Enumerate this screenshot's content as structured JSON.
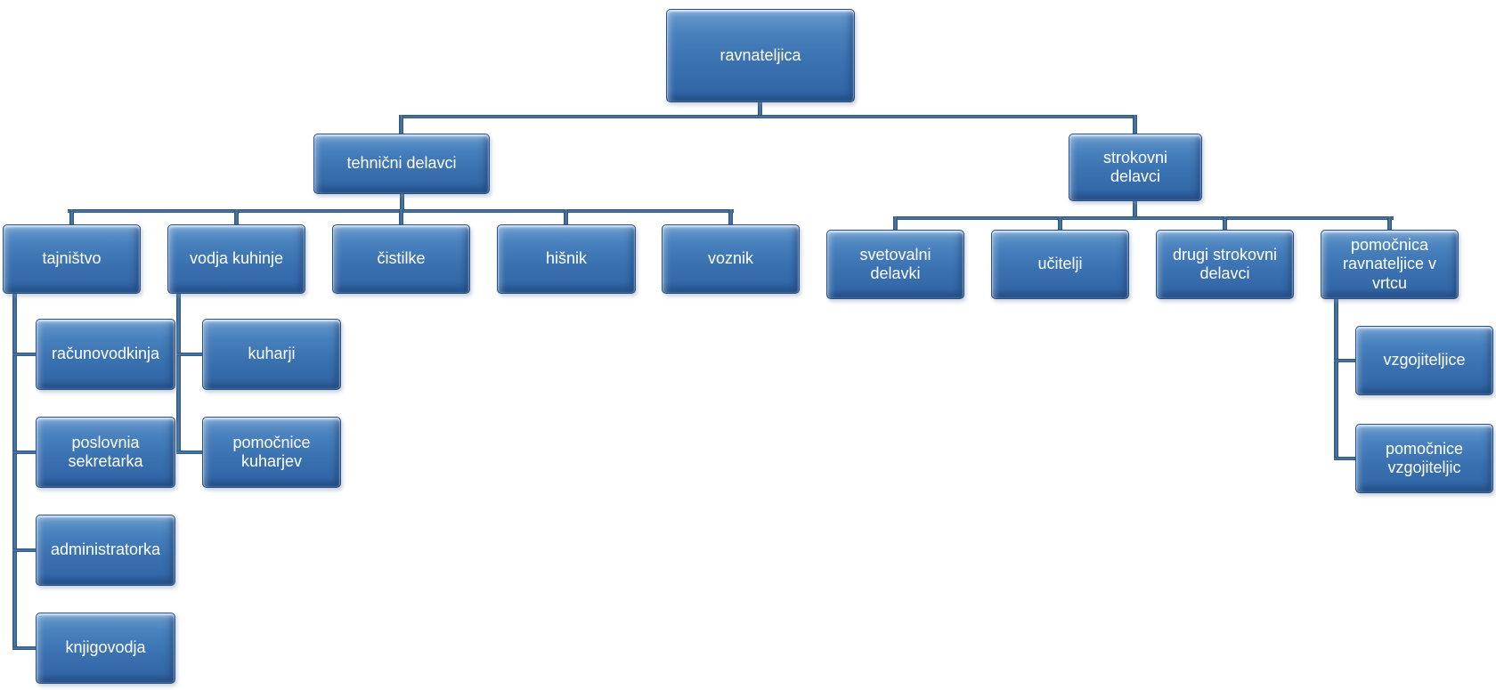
{
  "diagram": {
    "type": "org-chart",
    "language": "sl",
    "colors": {
      "node_fill_top": "#6B9BCE",
      "node_fill": "#3A71B1",
      "node_fill_bottom": "#2F63A4",
      "node_border": "#25508C",
      "connector": "#3C6191",
      "text": "#FFFFFF",
      "background": "#FFFFFF"
    },
    "nodes": {
      "ravnateljica": {
        "label": "ravnateljica"
      },
      "tehnicni_delavci": {
        "label": "tehnični delavci"
      },
      "strokovni_delavci": {
        "label": "strokovni delavci"
      },
      "tajnistvo": {
        "label": "tajništvo"
      },
      "vodja_kuhinje": {
        "label": "vodja kuhinje"
      },
      "cistilke": {
        "label": "čistilke"
      },
      "hisnik": {
        "label": "hišnik"
      },
      "voznik": {
        "label": "voznik"
      },
      "svetovalni_delavki": {
        "label": "svetovalni delavki"
      },
      "ucitelji": {
        "label": "učitelji"
      },
      "drugi_strokovni_delavci": {
        "label": "drugi strokovni delavci"
      },
      "pomocnica_ravnateljice_v_vrtcu": {
        "label": "pomočnica ravnateljice v vrtcu"
      },
      "racunovodkinja": {
        "label": "računovodkinja"
      },
      "poslovnia_sekretarka": {
        "label": "poslovnia sekretarka"
      },
      "administratorka": {
        "label": "administratorka"
      },
      "knjigovodja": {
        "label": "knjigovodja"
      },
      "kuharji": {
        "label": "kuharji"
      },
      "pomocnice_kuharjev": {
        "label": "pomočnice kuharjev"
      },
      "vzgojiteljice": {
        "label": "vzgojiteljice"
      },
      "pomocnice_vzgojiteljic": {
        "label": "pomočnice vzgojiteljic"
      }
    },
    "hierarchy": {
      "ravnateljica": [
        "tehnicni_delavci",
        "strokovni_delavci"
      ],
      "tehnicni_delavci": [
        "tajnistvo",
        "vodja_kuhinje",
        "cistilke",
        "hisnik",
        "voznik"
      ],
      "tajnistvo": [
        "racunovodkinja",
        "poslovnia_sekretarka",
        "administratorka",
        "knjigovodja"
      ],
      "vodja_kuhinje": [
        "kuharji",
        "pomocnice_kuharjev"
      ],
      "strokovni_delavci": [
        "svetovalni_delavki",
        "ucitelji",
        "drugi_strokovni_delavci",
        "pomocnica_ravnateljice_v_vrtcu"
      ],
      "pomocnica_ravnateljice_v_vrtcu": [
        "vzgojiteljice",
        "pomocnice_vzgojiteljic"
      ]
    }
  }
}
